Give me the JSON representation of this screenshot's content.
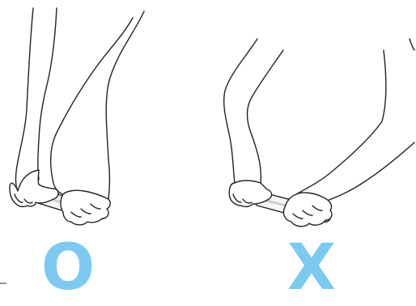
{
  "panels": [
    {
      "id": "correct",
      "mark_text": "O",
      "mark_icon": "circle-o-mark",
      "posture": "arms-straight-hands-close-to-roller"
    },
    {
      "id": "incorrect",
      "mark_text": "X",
      "mark_icon": "cross-x-mark",
      "posture": "elbows-bent-hands-far-from-body"
    }
  ],
  "colors": {
    "mark": "#7cc9f2",
    "line": "#222222",
    "fill": "#ffffff",
    "roller_shadow": "#dcdcdc"
  }
}
